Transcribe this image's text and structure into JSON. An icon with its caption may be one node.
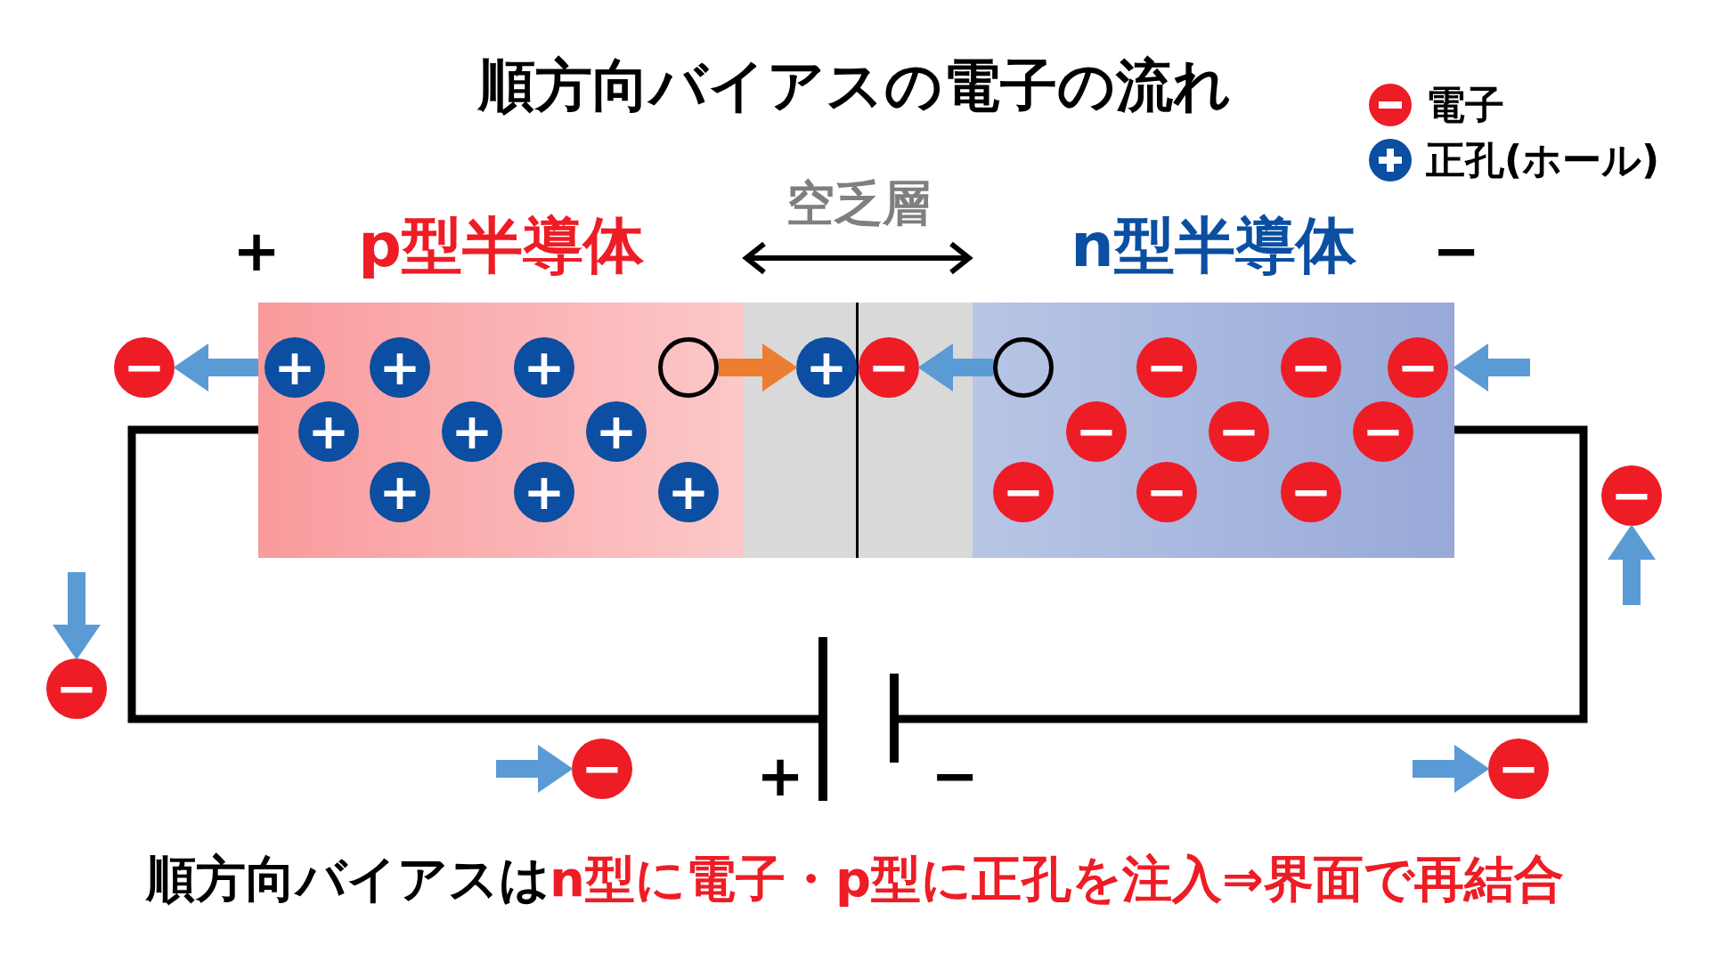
{
  "diagram": {
    "title": "順方向バイアスの電子の流れ",
    "nodes": [
      {
        "text": [
          "p型半導体"
        ],
        "beside": [
          "+"
        ]
      },
      {
        "text": [
          "+"
        ],
        "in": 0
      },
      {
        "text": [
          "+"
        ],
        "in": 0
      },
      {
        "text": [
          "+"
        ],
        "in": 0
      },
      {
        "text": [],
        "shape": "circle",
        "in": 0
      },
      {
        "text": [
          "+"
        ],
        "in": 0
      },
      {
        "text": [
          "+"
        ],
        "in": 0
      },
      {
        "text": [
          "+"
        ],
        "in": 0
      },
      {
        "text": [
          "+"
        ],
        "in": 0
      },
      {
        "text": [
          "+"
        ],
        "in": 0
      },
      {
        "text": [
          "+"
        ],
        "in": 0
      },
      {
        "text": [
          "空乏層"
        ]
      },
      {
        "text": [
          "+"
        ],
        "in": 11
      },
      {
        "text": [
          "−"
        ],
        "in": 11
      },
      {
        "text": [
          "n型半導体"
        ],
        "beside": [
          "−"
        ]
      },
      {
        "text": [],
        "shape": "circle",
        "in": 14
      },
      {
        "text": [
          "−"
        ],
        "in": 14
      },
      {
        "text": [
          "−"
        ],
        "in": 14
      },
      {
        "text": [
          "−"
        ],
        "in": 14
      },
      {
        "text": [
          "−"
        ],
        "in": 14
      },
      {
        "text": [
          "−"
        ],
        "in": 14
      },
      {
        "text": [
          "−"
        ],
        "in": 14
      },
      {
        "text": [
          "−"
        ],
        "in": 14
      },
      {
        "text": [
          "−"
        ],
        "in": 14
      },
      {
        "text": [
          "−"
        ],
        "in": 14
      },
      {
        "text": [
          "−"
        ]
      },
      {
        "text": [
          "−"
        ]
      },
      {
        "text": [
          "−"
        ]
      },
      {
        "text": [],
        "shape": "battery",
        "beside": [
          "+",
          "−"
        ]
      },
      {
        "text": [
          "−"
        ]
      },
      {
        "text": [
          "−"
        ]
      }
    ],
    "edges": [
      {
        "from": 4,
        "to": 12,
        "arrow": "to",
        "color": "#ed7d31"
      },
      {
        "from": 15,
        "to": 13,
        "arrow": "to"
      },
      {
        "from": 0,
        "to": 25,
        "arrow": "to"
      },
      {
        "from": null,
        "to": 14,
        "arrow": "to"
      },
      {
        "from": null,
        "to": 27,
        "arrow": "to"
      },
      {
        "from": null,
        "to": 26,
        "arrow": "to"
      },
      {
        "from": null,
        "to": 29,
        "arrow": "to"
      },
      {
        "from": null,
        "to": 30,
        "arrow": "to"
      },
      {
        "from": 0,
        "to": 28,
        "arrow": "none",
        "color": "#000000"
      },
      {
        "from": 28,
        "to": 14,
        "arrow": "none",
        "color": "#000000"
      }
    ],
    "labels": [
      "順方向バイアスは",
      "n型に電子・p型に正孔を注入⇒界面で再結合"
    ],
    "legend": [
      {
        "text": "電子"
      },
      {
        "text": "正孔(ホール)"
      }
    ]
  }
}
